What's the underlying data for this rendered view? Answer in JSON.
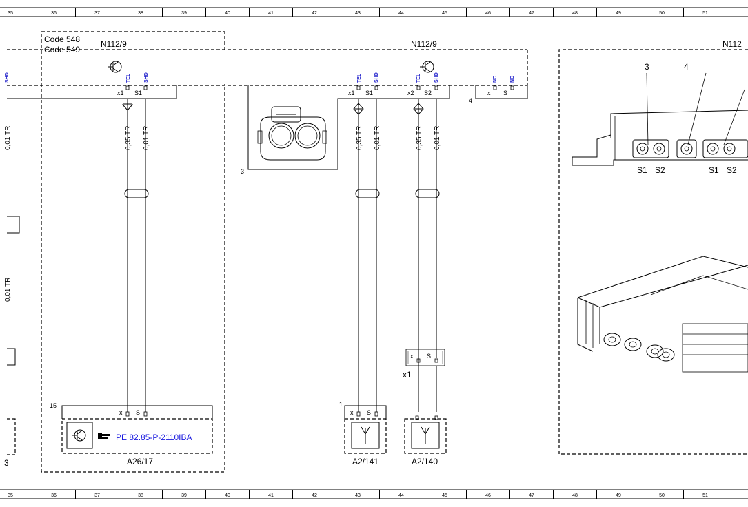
{
  "ruler": {
    "columns": [
      "35",
      "36",
      "37",
      "38",
      "39",
      "40",
      "41",
      "42",
      "43",
      "44",
      "45",
      "46",
      "47",
      "48",
      "49",
      "50",
      "51"
    ]
  },
  "labels": {
    "code548": "Code 548",
    "code549": "Code 549",
    "n112_left": "N112/9",
    "n112_mid": "N112/9",
    "n112_right": "N112",
    "tel": "TEL",
    "shd": "SHD",
    "nc": "NC",
    "x": "x",
    "s": "S",
    "x1": "x1",
    "x2": "x2",
    "s1": "S1",
    "s2": "S2",
    "num3": "3",
    "num4": "4",
    "num15": "15",
    "num1": "1",
    "wire_035": "0,35 TR",
    "wire_001": "0,01 TR",
    "pe_link": "PE 82.85-P-2110IBA",
    "a26_17": "A26/17",
    "a2_141": "A2/141",
    "a2_140": "A2/140",
    "left_stub_top": "0,01 TR",
    "left_stub_mid": "0,01 TR",
    "left_stub_bottom": "3"
  },
  "icons": [
    "transistor-icon",
    "antenna-icon",
    "pointing-hand-icon",
    "connector-icon"
  ]
}
